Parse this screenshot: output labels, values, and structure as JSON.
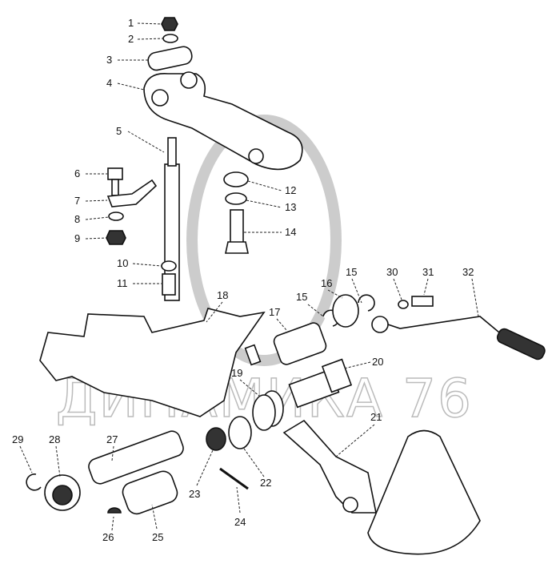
{
  "watermark": "ДИНАМИКА 76",
  "labels": [
    "1",
    "2",
    "3",
    "4",
    "5",
    "6",
    "7",
    "8",
    "9",
    "10",
    "11",
    "12",
    "13",
    "14",
    "15",
    "15",
    "16",
    "17",
    "18",
    "19",
    "20",
    "21",
    "22",
    "23",
    "24",
    "25",
    "26",
    "27",
    "28",
    "29",
    "30",
    "31",
    "32"
  ]
}
